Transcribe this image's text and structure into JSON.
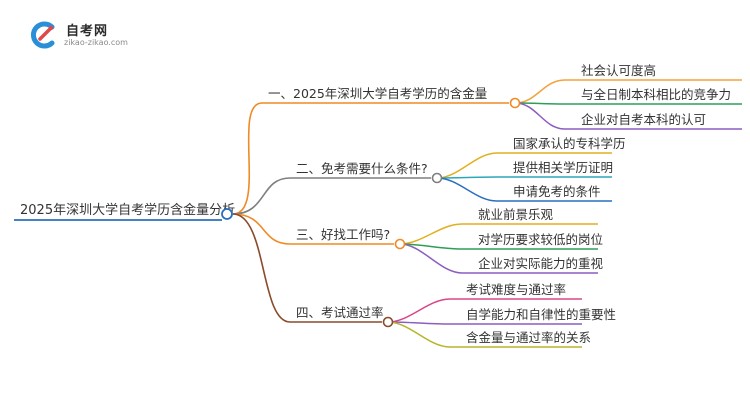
{
  "logo": {
    "title": "自考网",
    "url": "zikao-zikao.com"
  },
  "mindmap": {
    "root": "2025年深圳大学自考学历含金量分析",
    "branches": [
      {
        "label": "一、2025年深圳大学自考学历的含金量",
        "color": "#f08a24",
        "children": [
          "社会认可度高",
          "与全日制本科相比的竞争力",
          "企业对自考本科的认可"
        ]
      },
      {
        "label": "二、免考需要什么条件?",
        "color": "#7f7f7f",
        "children": [
          "国家承认的专科学历",
          "提供相关学历证明",
          "申请免考的条件"
        ]
      },
      {
        "label": "三、好找工作吗?",
        "color": "#f08a24",
        "children": [
          "就业前景乐观",
          "对学历要求较低的岗位",
          "企业对实际能力的重视"
        ]
      },
      {
        "label": "四、考试通过率",
        "color": "#8b4a2b",
        "children": [
          "考试难度与通过率",
          "自学能力和自律性的重要性",
          "含金量与通过率的关系"
        ]
      }
    ],
    "child_colors": [
      [
        "#f2a33a",
        "#2e9e55",
        "#8b5fbf"
      ],
      [
        "#e0b020",
        "#2aa7b8",
        "#2a6fbf"
      ],
      [
        "#e0b020",
        "#2e9e55",
        "#8b5fbf"
      ],
      [
        "#d9468a",
        "#8b5fbf",
        "#b5b52a"
      ]
    ],
    "root_color": "#2a6fbf"
  }
}
